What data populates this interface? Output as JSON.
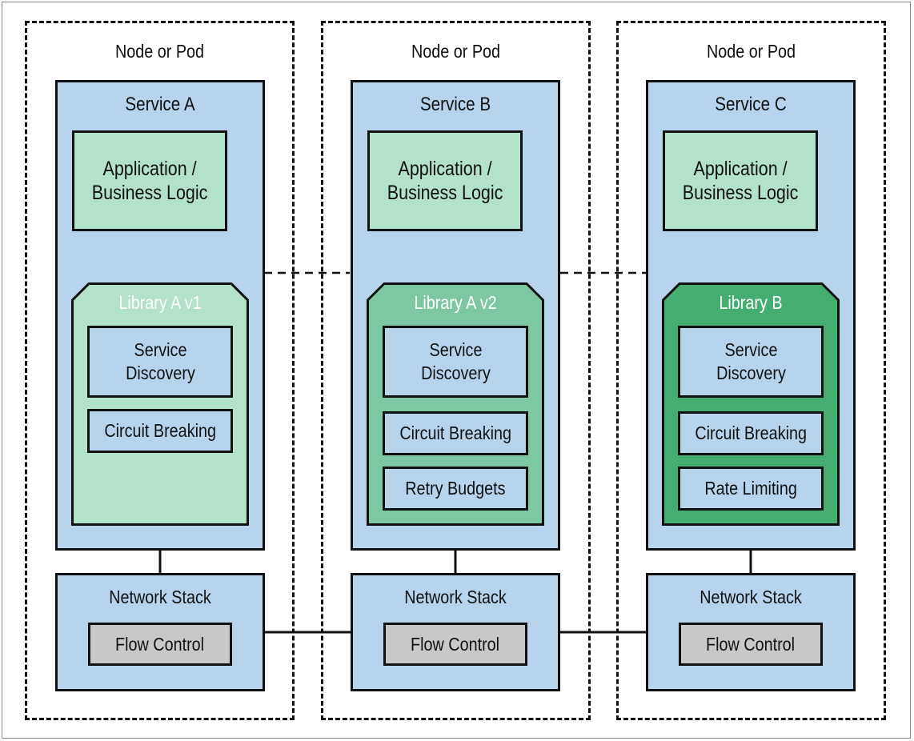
{
  "columns": [
    {
      "pod_label": "Node or Pod",
      "service_title": "Service A",
      "app_line1": "Application /",
      "app_line2": "Business Logic",
      "library": {
        "title": "Library A v1",
        "fill": "#b2e2c9",
        "features": [
          {
            "line1": "Service",
            "line2": "Discovery"
          },
          {
            "line1": "Circuit Breaking",
            "line2": ""
          }
        ]
      },
      "network_title": "Network Stack",
      "flow_label": "Flow Control"
    },
    {
      "pod_label": "Node or Pod",
      "service_title": "Service B",
      "app_line1": "Application /",
      "app_line2": "Business Logic",
      "library": {
        "title": "Library A v2",
        "fill": "#7dc8a2",
        "features": [
          {
            "line1": "Service",
            "line2": "Discovery"
          },
          {
            "line1": "Circuit Breaking",
            "line2": ""
          },
          {
            "line1": "Retry Budgets",
            "line2": ""
          }
        ]
      },
      "network_title": "Network Stack",
      "flow_label": "Flow Control"
    },
    {
      "pod_label": "Node or Pod",
      "service_title": "Service C",
      "app_line1": "Application /",
      "app_line2": "Business Logic",
      "library": {
        "title": "Library B",
        "fill": "#45ad72",
        "features": [
          {
            "line1": "Service",
            "line2": "Discovery"
          },
          {
            "line1": "Circuit Breaking",
            "line2": ""
          },
          {
            "line1": "Rate Limiting",
            "line2": ""
          }
        ]
      },
      "network_title": "Network Stack",
      "flow_label": "Flow Control"
    }
  ],
  "colors": {
    "service_fill": "#b7d4ec",
    "app_fill": "#b2e2c9",
    "flow_fill": "#c8c8c8",
    "outline": "#111111"
  }
}
